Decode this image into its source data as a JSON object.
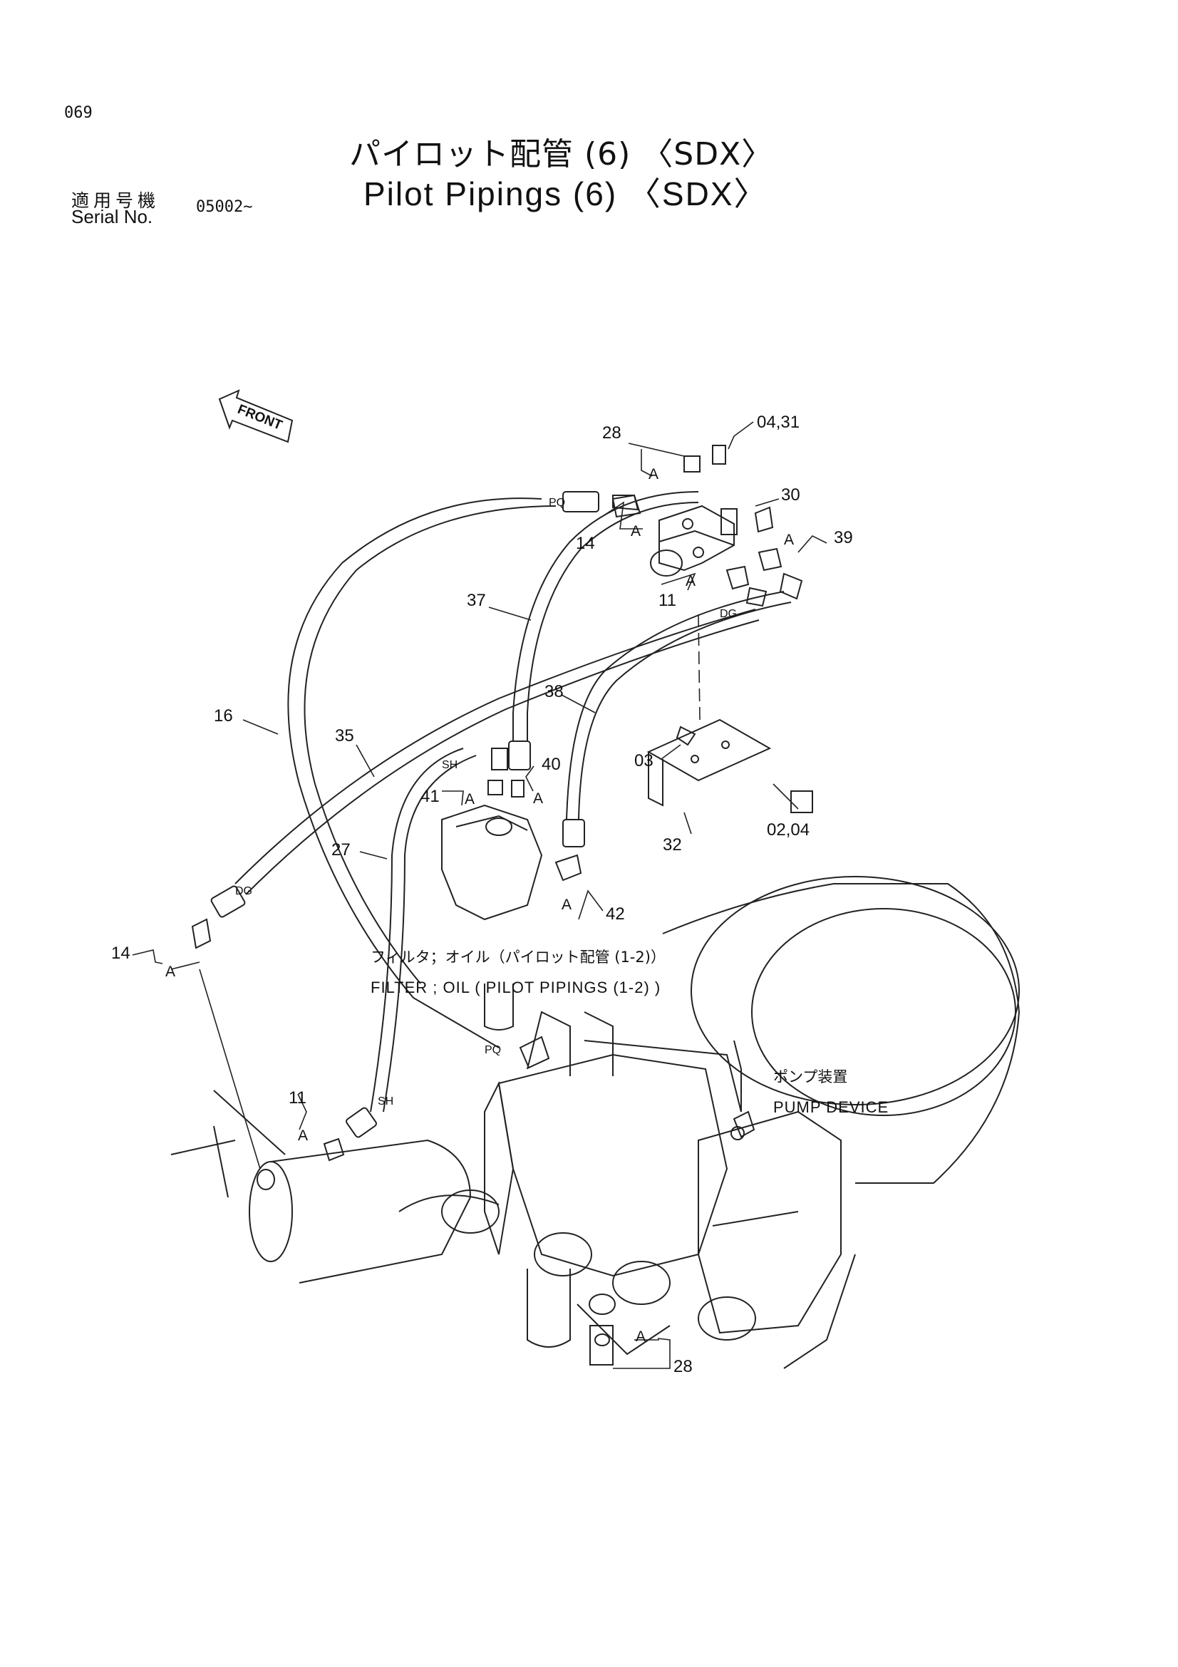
{
  "page": {
    "number": "069"
  },
  "title": {
    "jp": "パイロット配管 (6) 〈SDX〉",
    "en": "Pilot Pipings (6) 〈SDX〉"
  },
  "serial": {
    "label_jp": "適用号機",
    "label_en": "Serial No.",
    "value": "05002~"
  },
  "diagram": {
    "front_label": "FRONT",
    "callouts": {
      "c28_top": "28",
      "c04_31": "04,31",
      "c30": "30",
      "c39": "39",
      "c14_top": "14",
      "c11_top": "11",
      "c37": "37",
      "c16": "16",
      "c35": "35",
      "c38": "38",
      "c40": "40",
      "c41": "41",
      "c03": "03",
      "c02_04": "02,04",
      "c32": "32",
      "c27": "27",
      "c42": "42",
      "c14_left": "14",
      "c11_bottom": "11",
      "c28_bottom": "28"
    },
    "marks": {
      "a_28top": "A",
      "a_14top": "A",
      "a_39": "A",
      "a_11top": "A",
      "a_41": "A",
      "a_40": "A",
      "a_42": "A",
      "a_14left": "A",
      "a_11bottom": "A",
      "a_28bottom": "A",
      "pq_top": "PQ",
      "pq_bottom": "PQ",
      "dg_top": "DG",
      "dg_left": "DG",
      "sh_top": "SH",
      "sh_bottom": "SH"
    },
    "notes": {
      "filter_jp": "フィルタ；オイル（パイロット配管 (1-2)）",
      "filter_en": "FILTER ; OIL ( PILOT  PIPINGS (1-2) )",
      "pump_jp": "ポンプ装置",
      "pump_en": "PUMP  DEVICE"
    }
  }
}
